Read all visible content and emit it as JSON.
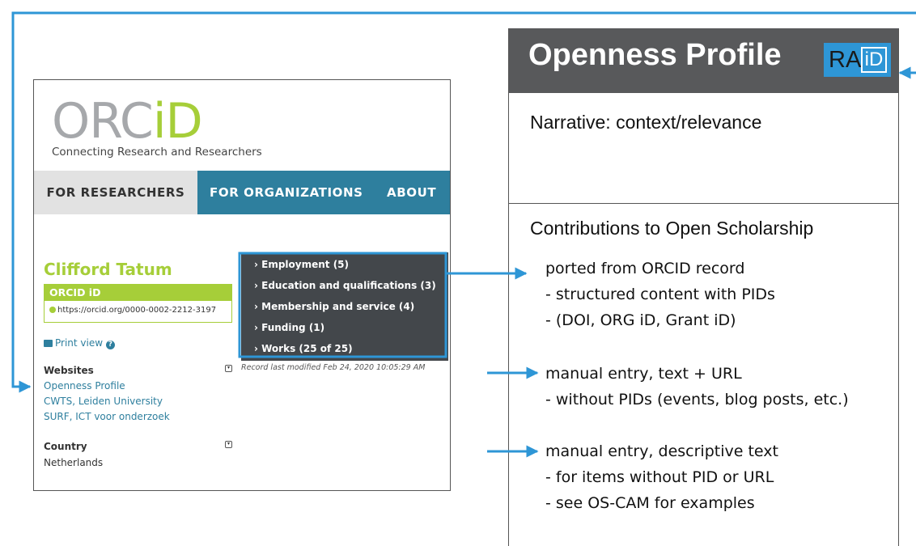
{
  "colors": {
    "arrow": "#2e96d6",
    "orcid_green": "#a6ce39",
    "orcid_teal": "#2e7f9e",
    "dark_panel": "#43474b",
    "header_gray": "#58595b"
  },
  "orcid": {
    "logo_orc": "ORC",
    "logo_id": "iD",
    "tagline": "Connecting Research and Researchers",
    "nav": [
      "FOR RESEARCHERS",
      "FOR ORGANIZATIONS",
      "ABOUT"
    ],
    "name": "Clifford Tatum",
    "orcid_label": "ORCID iD",
    "orcid_url": "https://orcid.org/0000-0002-2212-3197",
    "print_view": "Print view",
    "websites_title": "Websites",
    "websites": [
      "Openness Profile",
      "CWTS, Leiden University",
      "SURF, ICT voor onderzoek"
    ],
    "country_title": "Country",
    "country": "Netherlands",
    "sections": [
      "Employment (5)",
      "Education and qualifications (3)",
      "Membership and service (4)",
      "Funding (1)",
      "Works (25 of 25)"
    ],
    "record_modified": "Record last modified Feb 24, 2020 10:05:29 AM"
  },
  "profile": {
    "title": "Openness Profile",
    "raid_ra": "RA",
    "raid_id": "iD",
    "narrative": "Narrative: context/relevance",
    "contributions_title": "Contributions to Open Scholarship",
    "groups": [
      [
        "ported from ORCID record",
        "-   structured content with PIDs",
        "-   (DOI, ORG iD, Grant iD)"
      ],
      [
        "manual entry, text + URL",
        "- without PIDs (events, blog posts, etc.)"
      ],
      [
        "manual entry, descriptive text",
        "-   for items without PID or URL",
        "-   see OS-CAM for examples"
      ]
    ]
  }
}
